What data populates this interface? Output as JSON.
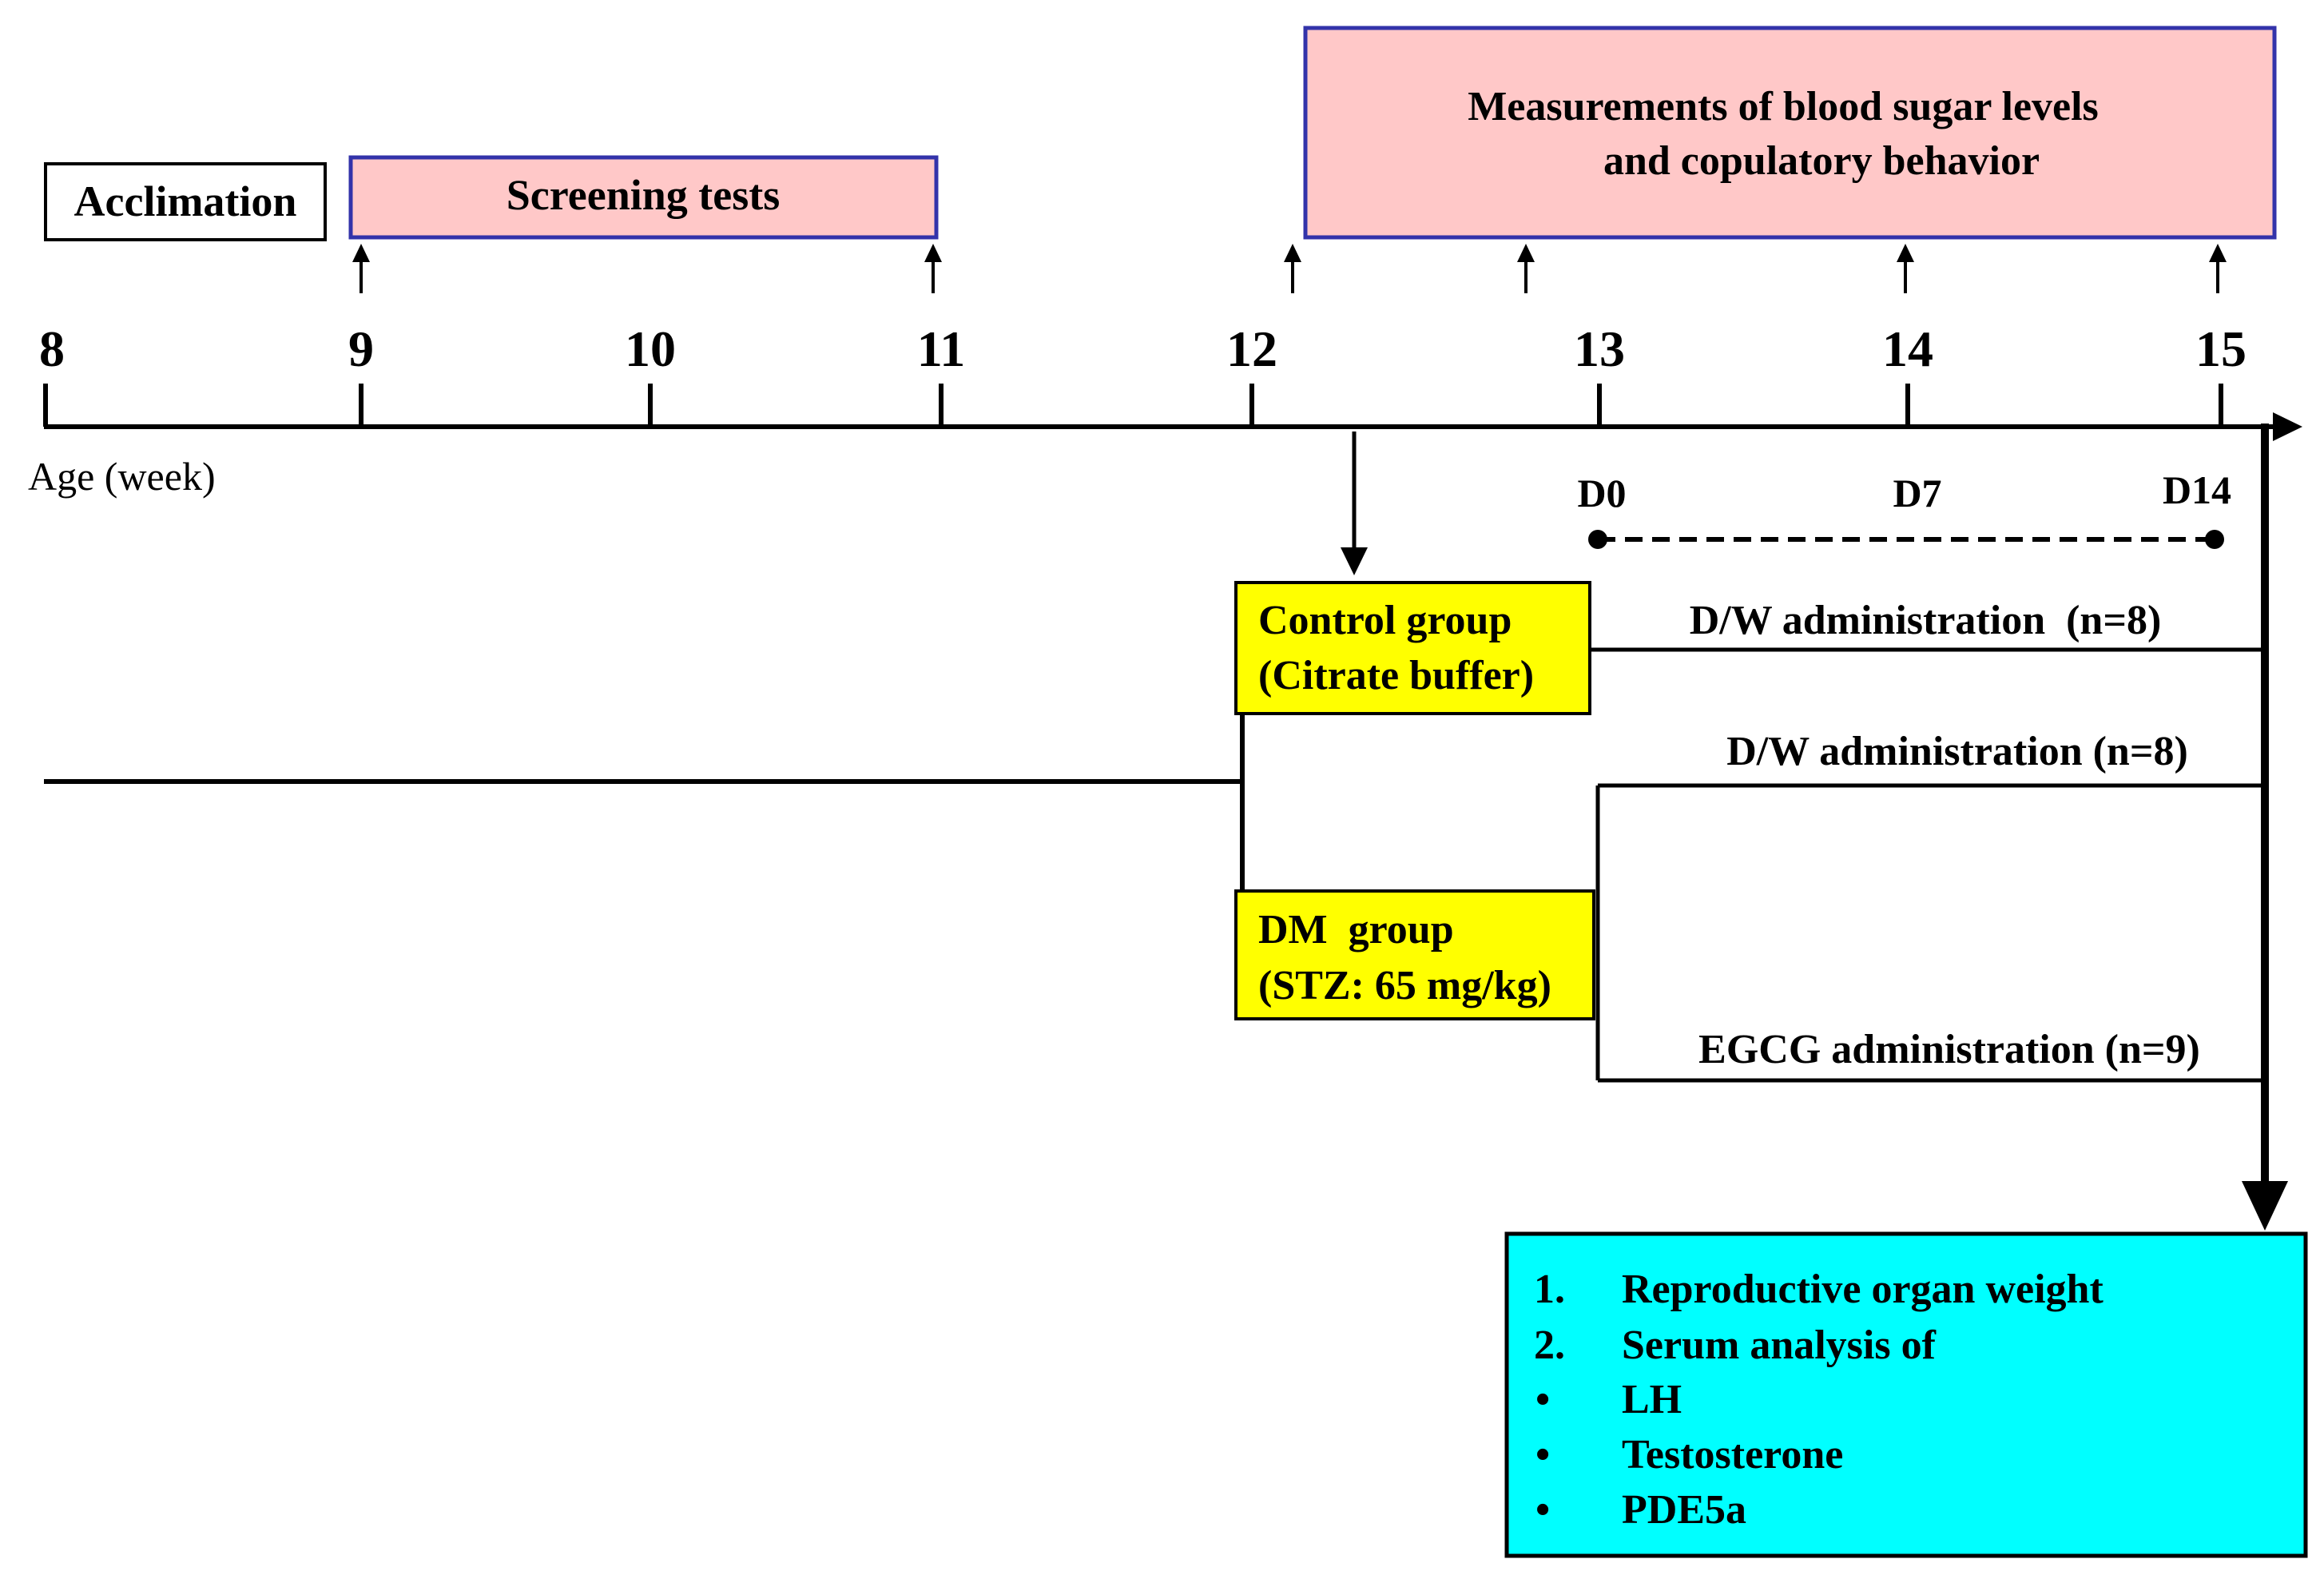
{
  "top_boxes": {
    "acclimation": "Acclimation",
    "screening": "Screening tests",
    "measurements_line1": "Measurements of blood sugar levels",
    "measurements_line2": "and copulatory behavior"
  },
  "timeline": {
    "ticks": [
      "8",
      "9",
      "10",
      "11",
      "12",
      "13",
      "14",
      "15"
    ],
    "axis_label": "Age (week)"
  },
  "days": {
    "d0": "D0",
    "d7": "D7",
    "d14": "D14"
  },
  "groups": {
    "control_line1": "Control group",
    "control_line2": "(Citrate buffer)",
    "dm_line1": "DM  group",
    "dm_line2": "(STZ: 65 mg/kg)"
  },
  "administrations": {
    "control_dw": "D/W administration  (n=8)",
    "dm_dw": "D/W administration (n=8)",
    "dm_egcg": "EGCG administration (n=9)"
  },
  "outcomes": {
    "item1_num": "1.",
    "item1_text": "Reproductive organ weight",
    "item2_num": "2.",
    "item2_text": "Serum analysis of",
    "bullet": "•",
    "bullets": [
      "LH",
      "Testosterone",
      "PDE5a"
    ]
  },
  "colors": {
    "pink_box": "#ffc8c8",
    "pink_border": "#3333aa",
    "yellow_box": "#ffff00",
    "cyan_box": "#00ffff"
  }
}
